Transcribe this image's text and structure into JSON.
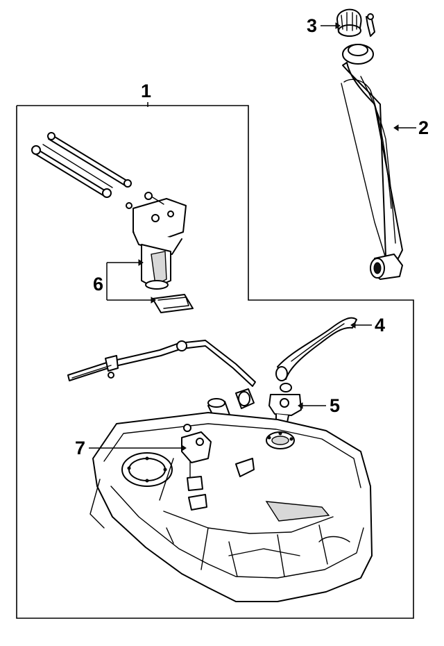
{
  "callouts": [
    {
      "id": "1",
      "label": "1"
    },
    {
      "id": "2",
      "label": "2"
    },
    {
      "id": "3",
      "label": "3"
    },
    {
      "id": "4",
      "label": "4"
    },
    {
      "id": "5",
      "label": "5"
    },
    {
      "id": "6",
      "label": "6"
    },
    {
      "id": "7",
      "label": "7"
    }
  ],
  "parts": [
    "fuel-pump-assembly-group",
    "filler-neck",
    "filler-cap",
    "vent-hose",
    "check-valve",
    "fuel-pump",
    "sending-unit",
    "fuel-tank",
    "fuel-lines"
  ]
}
